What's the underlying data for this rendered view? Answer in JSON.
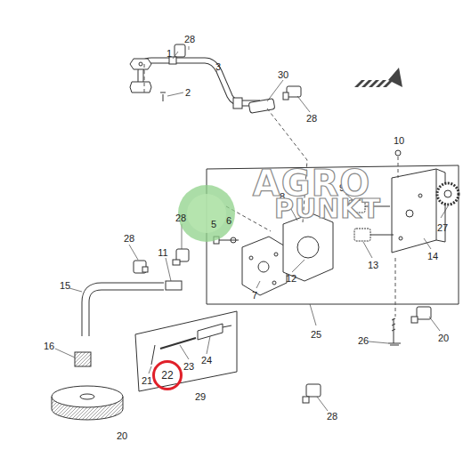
{
  "diagram": {
    "nodes": [
      {
        "text": [
          "22"
        ]
      }
    ],
    "labels": [
      "1",
      "28",
      "2",
      "3",
      "30",
      "28",
      "10",
      "8",
      "9",
      "28",
      "5",
      "6",
      "27",
      "28",
      "11",
      "12",
      "13",
      "14",
      "15",
      "7",
      "25",
      "26",
      "20",
      "16",
      "21",
      "23",
      "24",
      "29",
      "20",
      "28",
      "AGRO",
      "PUNKT"
    ]
  }
}
